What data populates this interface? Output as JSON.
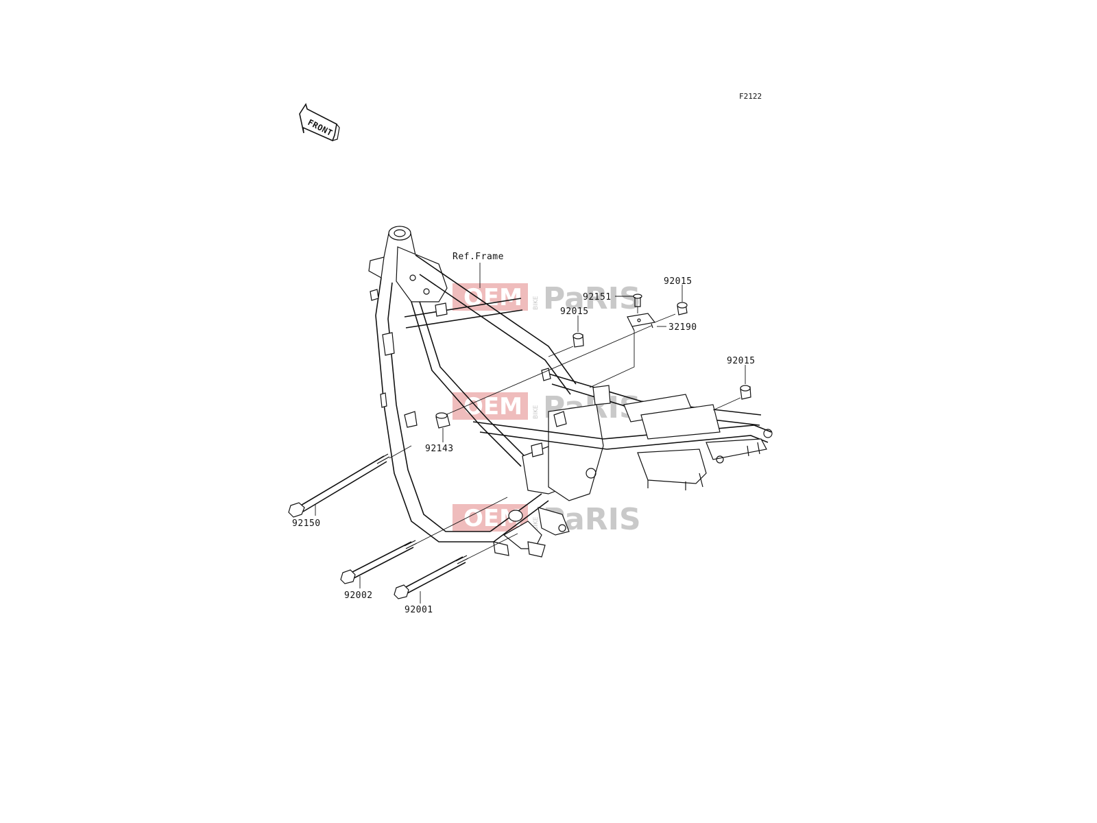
{
  "diagram": {
    "code": "F2122",
    "front_arrow_label": "FRONT",
    "ref_label": "Ref.Frame",
    "parts": [
      {
        "id": "p92151",
        "number": "92151"
      },
      {
        "id": "p92015a",
        "number": "92015"
      },
      {
        "id": "p92015b",
        "number": "92015"
      },
      {
        "id": "p32190",
        "number": "32190"
      },
      {
        "id": "p92015c",
        "number": "92015"
      },
      {
        "id": "p92143",
        "number": "92143"
      },
      {
        "id": "p92150",
        "number": "92150"
      },
      {
        "id": "p92002",
        "number": "92002"
      },
      {
        "id": "p92001",
        "number": "92001"
      }
    ]
  },
  "watermark": {
    "oem": "OEM",
    "bike": "BIKE",
    "parts_main": "PaRIS"
  },
  "colors": {
    "line": "#111111",
    "watermark_red": "#e8a0a0",
    "watermark_gray": "#b8b8b8"
  }
}
